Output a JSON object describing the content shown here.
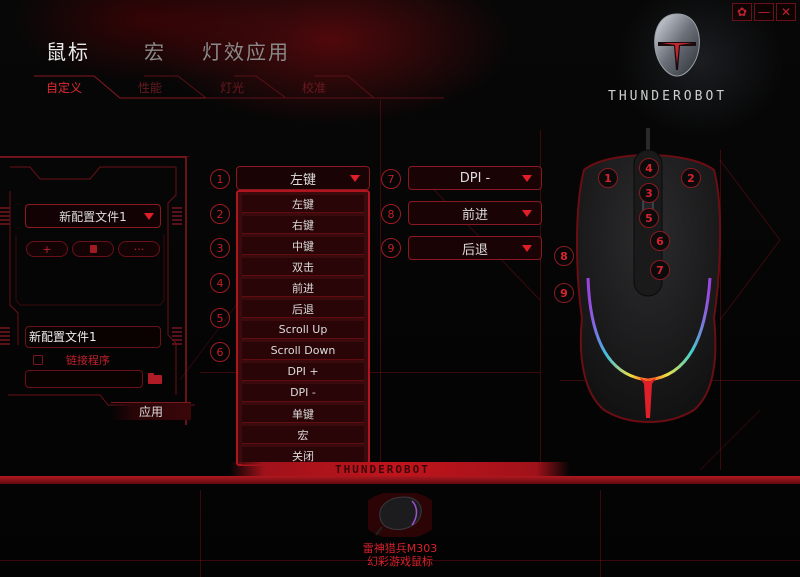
{
  "window": {
    "controls": [
      {
        "name": "settings",
        "icon": "gear-icon",
        "glyph": "✿"
      },
      {
        "name": "minimize",
        "icon": "minimize-icon",
        "glyph": "—"
      },
      {
        "name": "close",
        "icon": "close-icon",
        "glyph": "✕"
      }
    ]
  },
  "brand": {
    "logo_text": "THUNDEROBOT"
  },
  "main_tabs": [
    {
      "label": "鼠标",
      "active": true
    },
    {
      "label": "宏",
      "active": false
    },
    {
      "label": "灯效应用",
      "active": false
    }
  ],
  "sub_tabs": [
    {
      "label": "自定义",
      "active": true
    },
    {
      "label": "性能",
      "active": false
    },
    {
      "label": "灯光",
      "active": false
    },
    {
      "label": "校准",
      "active": false
    }
  ],
  "profile_panel": {
    "selected_profile": "新配置文件1",
    "buttons": [
      {
        "label": "+",
        "icon": "add-icon"
      },
      {
        "label": "🗑",
        "icon": "trash-icon"
      },
      {
        "label": "···",
        "icon": "more-icon"
      }
    ],
    "profile_name_value": "新配置文件1",
    "link_program_label": "链接程序",
    "link_program_checked": false,
    "link_path_value": "",
    "apply_label": "应用"
  },
  "assignments": {
    "left_column": [
      {
        "num": "1",
        "value": "左键"
      },
      {
        "num": "2",
        "value": ""
      },
      {
        "num": "3",
        "value": ""
      },
      {
        "num": "4",
        "value": ""
      },
      {
        "num": "5",
        "value": ""
      },
      {
        "num": "6",
        "value": ""
      }
    ],
    "right_column": [
      {
        "num": "7",
        "value": "DPI -"
      },
      {
        "num": "8",
        "value": "前进"
      },
      {
        "num": "9",
        "value": "后退"
      }
    ]
  },
  "dropdown_options": [
    "左键",
    "右键",
    "中键",
    "双击",
    "前进",
    "后退",
    "Scroll Up",
    "Scroll Down",
    "DPI +",
    "DPI -",
    "单键",
    "宏",
    "关闭"
  ],
  "mouse_diagram": {
    "markers": [
      "1",
      "2",
      "3",
      "4",
      "5",
      "6",
      "7",
      "8",
      "9"
    ]
  },
  "footer": {
    "banner_text": "THUNDEROBOT",
    "product_line1": "雷神猎兵M303",
    "product_line2": "幻彩游戏鼠标"
  },
  "colors": {
    "accent": "#e01e28",
    "border": "#8a1820",
    "background": "#050505"
  }
}
